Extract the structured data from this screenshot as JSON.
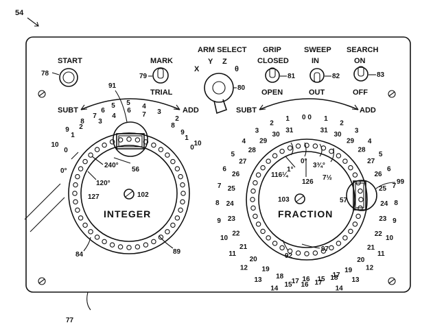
{
  "figure_number": "54",
  "panel": {
    "ref": "77",
    "controls": {
      "start": {
        "label": "START",
        "ref": "78"
      },
      "mark_trial": {
        "label_top": "MARK",
        "label_bottom": "TRIAL",
        "ref": "79"
      },
      "arm_select": {
        "label": "ARM SELECT",
        "options": [
          "X",
          "Y",
          "Z",
          "θ"
        ],
        "ref": "80"
      },
      "grip": {
        "label": "GRIP",
        "label_top": "CLOSED",
        "label_bottom": "OPEN",
        "ref": "81"
      },
      "sweep": {
        "label": "SWEEP",
        "label_top": "IN",
        "label_bottom": "OUT",
        "ref": "82"
      },
      "search": {
        "label": "SEARCH",
        "label_top": "ON",
        "label_bottom": "OFF",
        "ref": "83"
      }
    }
  },
  "integer_dial": {
    "arc_left": "SUBT",
    "arc_right": "ADD",
    "label": "INTEGER",
    "ref_ring": "84",
    "ref_holes": "89",
    "ref_window": "91",
    "ref_screw": "102",
    "inner_marks": [
      "0°",
      "120°",
      "240°"
    ],
    "inner_numbers": [
      "127",
      "56"
    ],
    "outer_numbers": [
      "5",
      "6",
      "7",
      "8",
      "9",
      "10",
      "0",
      "1",
      "2",
      "3",
      "4",
      "5",
      "4",
      "3",
      "2",
      "1",
      "0",
      "6",
      "7",
      "8",
      "9",
      "10"
    ]
  },
  "fraction_dial": {
    "arc_left": "SUBT",
    "arc_right": "ADD",
    "label": "FRACTION",
    "ref_ring": "92",
    "ref_holes": "97",
    "ref_screw": "103",
    "ref_window": "99",
    "inner_marks": [
      "0°",
      "1°",
      "3¾°",
      "116¼",
      "7½",
      "126",
      "57"
    ],
    "scale_left": [
      "0",
      "1",
      "2",
      "3",
      "4",
      "5",
      "6",
      "7",
      "8",
      "9",
      "10",
      "11",
      "12",
      "13",
      "14"
    ],
    "scale_left_inner": [
      "31",
      "30",
      "29",
      "28",
      "27",
      "26",
      "25",
      "24",
      "23",
      "22",
      "21",
      "20",
      "19",
      "18",
      "17"
    ],
    "scale_right": [
      "0",
      "1",
      "2",
      "3",
      "4",
      "5",
      "6",
      "7",
      "8",
      "9",
      "10",
      "11",
      "12",
      "13",
      "14"
    ],
    "scale_right_outer": [
      "31",
      "30",
      "29",
      "28",
      "27",
      "26",
      "25",
      "24",
      "23",
      "22",
      "21",
      "20",
      "19",
      "18",
      "17"
    ],
    "bottom_numbers": [
      "15",
      "16",
      "15",
      "16",
      "17"
    ]
  }
}
